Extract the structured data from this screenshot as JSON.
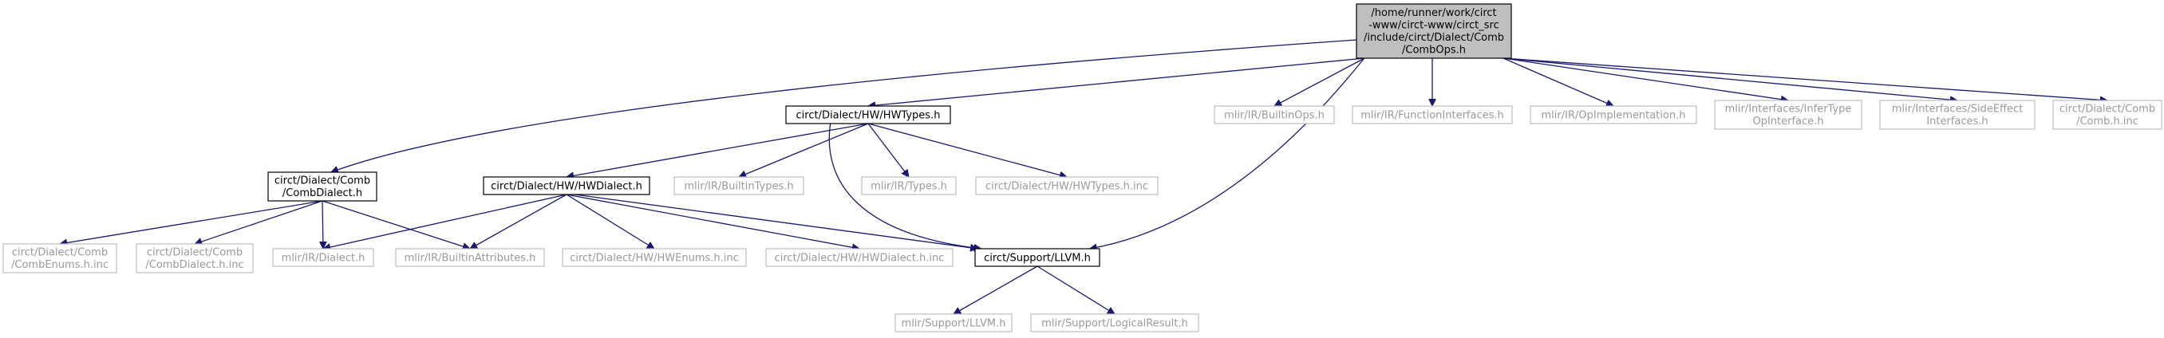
{
  "graph": {
    "nodes": [
      {
        "id": "root",
        "kind": "root",
        "lines": [
          "/home/runner/work/circt",
          "-www/circt-www/circt_src",
          "/include/circt/Dialect/Comb",
          "/CombOps.h"
        ]
      },
      {
        "id": "hwtypes",
        "kind": "doc",
        "lines": [
          "circt/Dialect/HW/HWTypes.h"
        ]
      },
      {
        "id": "builtinops",
        "kind": "ext",
        "lines": [
          "mlir/IR/BuiltinOps.h"
        ]
      },
      {
        "id": "funcifaces",
        "kind": "ext",
        "lines": [
          "mlir/IR/FunctionInterfaces.h"
        ]
      },
      {
        "id": "opimpl",
        "kind": "ext",
        "lines": [
          "mlir/IR/OpImplementation.h"
        ]
      },
      {
        "id": "infertype",
        "kind": "ext",
        "lines": [
          "mlir/Interfaces/InferType",
          "OpInterface.h"
        ]
      },
      {
        "id": "sideeffect",
        "kind": "ext",
        "lines": [
          "mlir/Interfaces/SideEffect",
          "Interfaces.h"
        ]
      },
      {
        "id": "combinc",
        "kind": "ext",
        "lines": [
          "circt/Dialect/Comb",
          "/Comb.h.inc"
        ]
      },
      {
        "id": "combdialect",
        "kind": "doc",
        "lines": [
          "circt/Dialect/Comb",
          "/CombDialect.h"
        ]
      },
      {
        "id": "hwdialect",
        "kind": "doc",
        "lines": [
          "circt/Dialect/HW/HWDialect.h"
        ]
      },
      {
        "id": "builtintypes",
        "kind": "ext",
        "lines": [
          "mlir/IR/BuiltinTypes.h"
        ]
      },
      {
        "id": "irtypes",
        "kind": "ext",
        "lines": [
          "mlir/IR/Types.h"
        ]
      },
      {
        "id": "hwtypesinc",
        "kind": "ext",
        "lines": [
          "circt/Dialect/HW/HWTypes.h.inc"
        ]
      },
      {
        "id": "combenums",
        "kind": "ext",
        "lines": [
          "circt/Dialect/Comb",
          "/CombEnums.h.inc"
        ]
      },
      {
        "id": "combdialectinc",
        "kind": "ext",
        "lines": [
          "circt/Dialect/Comb",
          "/CombDialect.h.inc"
        ]
      },
      {
        "id": "irdialect",
        "kind": "ext",
        "lines": [
          "mlir/IR/Dialect.h"
        ]
      },
      {
        "id": "builtinattrs",
        "kind": "ext",
        "lines": [
          "mlir/IR/BuiltinAttributes.h"
        ]
      },
      {
        "id": "hwenums",
        "kind": "ext",
        "lines": [
          "circt/Dialect/HW/HWEnums.h.inc"
        ]
      },
      {
        "id": "hwdialectinc",
        "kind": "ext",
        "lines": [
          "circt/Dialect/HW/HWDialect.h.inc"
        ]
      },
      {
        "id": "supportllvm",
        "kind": "doc",
        "lines": [
          "circt/Support/LLVM.h"
        ]
      },
      {
        "id": "mlirllvm",
        "kind": "ext",
        "lines": [
          "mlir/Support/LLVM.h"
        ]
      },
      {
        "id": "logicalresult",
        "kind": "ext",
        "lines": [
          "mlir/Support/LogicalResult.h"
        ]
      }
    ],
    "edges": [
      [
        "root",
        "hwtypes"
      ],
      [
        "root",
        "builtinops"
      ],
      [
        "root",
        "funcifaces"
      ],
      [
        "root",
        "opimpl"
      ],
      [
        "root",
        "infertype"
      ],
      [
        "root",
        "sideeffect"
      ],
      [
        "root",
        "combinc"
      ],
      [
        "root",
        "combdialect"
      ],
      [
        "root",
        "supportllvm"
      ],
      [
        "hwtypes",
        "hwdialect"
      ],
      [
        "hwtypes",
        "builtintypes"
      ],
      [
        "hwtypes",
        "irtypes"
      ],
      [
        "hwtypes",
        "hwtypesinc"
      ],
      [
        "hwtypes",
        "supportllvm"
      ],
      [
        "combdialect",
        "combenums"
      ],
      [
        "combdialect",
        "combdialectinc"
      ],
      [
        "combdialect",
        "irdialect"
      ],
      [
        "combdialect",
        "builtinattrs"
      ],
      [
        "hwdialect",
        "irdialect"
      ],
      [
        "hwdialect",
        "builtinattrs"
      ],
      [
        "hwdialect",
        "hwenums"
      ],
      [
        "hwdialect",
        "hwdialectinc"
      ],
      [
        "hwdialect",
        "supportllvm"
      ],
      [
        "supportllvm",
        "mlirllvm"
      ],
      [
        "supportllvm",
        "logicalresult"
      ]
    ]
  }
}
